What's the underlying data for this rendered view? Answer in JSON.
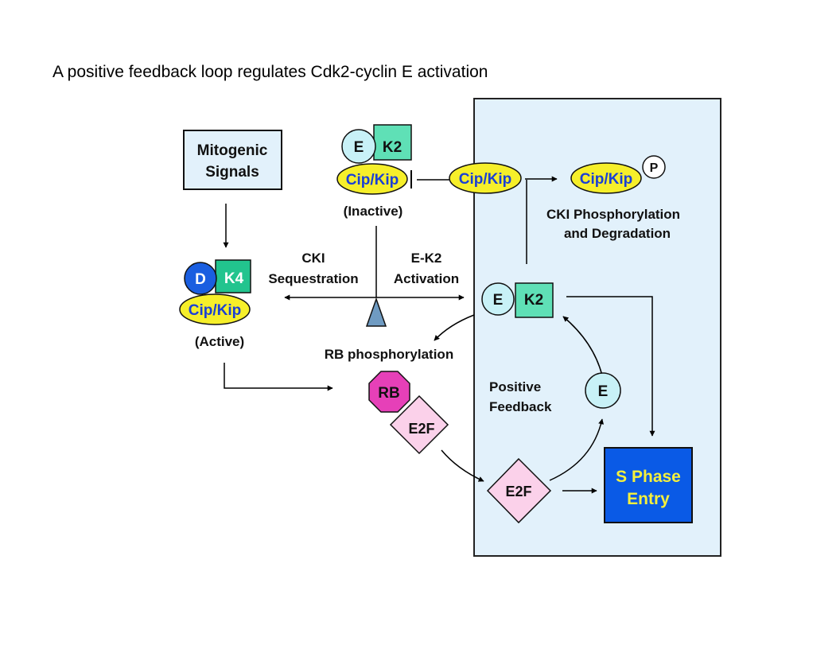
{
  "title": "A positive feedback loop regulates Cdk2-cyclin E activation",
  "colors": {
    "panel_bg": "#e2f1fb",
    "cyclin_e": "#c8f1f7",
    "cdk_box": "#5fe0b6",
    "cip_kip": "#f6ef2a",
    "cip_kip_text": "#1a3fd6",
    "cyclin_d": "#1a5ee0",
    "rb": "#e640b8",
    "e2f": "#fbd1ea",
    "s_phase": "#0a5ae6",
    "s_phase_text": "#f5f03c",
    "mitogenic_box": "#e2f1fb",
    "fulcrum": "#6f9bc2"
  },
  "nodes": {
    "mitogenic": {
      "line1": "Mitogenic",
      "line2": "Signals"
    },
    "inactive_complex": {
      "cyclin": "E",
      "cdk": "K2",
      "cki": "Cip/Kip",
      "caption": "(Inactive)"
    },
    "active_complex": {
      "cyclin": "D",
      "cdk": "K4",
      "cki": "Cip/Kip",
      "caption": "(Active)"
    },
    "free_cki": {
      "label": "Cip/Kip"
    },
    "phospho_cki": {
      "label": "Cip/Kip",
      "phospho": "P"
    },
    "ek2_active": {
      "cyclin": "E",
      "cdk": "K2"
    },
    "cyclin_e_free": {
      "label": "E"
    },
    "rb_e2f": {
      "rb": "RB",
      "e2f": "E2F"
    },
    "e2f_free": {
      "label": "E2F"
    },
    "s_phase": {
      "line1": "S Phase",
      "line2": "Entry"
    }
  },
  "labels": {
    "cki_phos_line1": "CKI Phosphorylation",
    "cki_phos_line2": "and Degradation",
    "cki_seq_line1": "CKI",
    "cki_seq_line2": "Sequestration",
    "ek2_act_line1": "E-K2",
    "ek2_act_line2": "Activation",
    "rb_phos": "RB phosphorylation",
    "pos_fb_line1": "Positive",
    "pos_fb_line2": "Feedback"
  }
}
